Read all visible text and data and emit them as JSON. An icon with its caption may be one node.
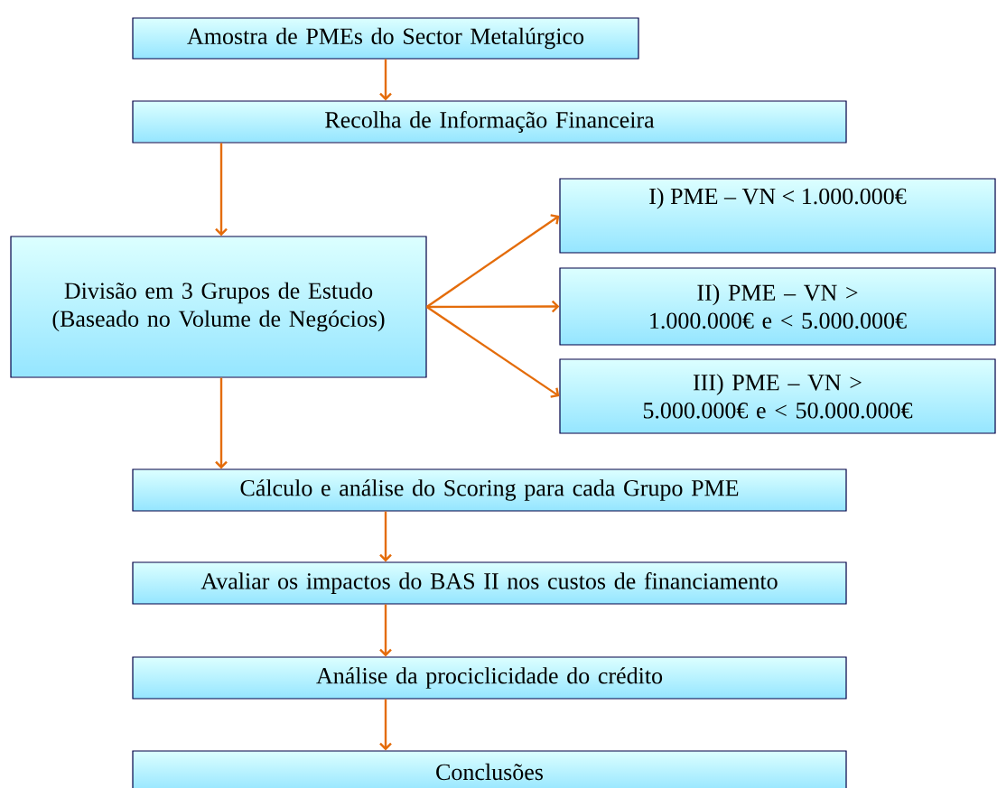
{
  "diagram": {
    "nodes": [
      {
        "text": [
          "Amostra de PMEs do Sector Metalúrgico"
        ]
      },
      {
        "text": [
          "Recolha de Informação Financeira"
        ]
      },
      {
        "text": [
          "Divisão em 3 Grupos de Estudo (Baseado no Volume de Negócios)"
        ]
      },
      {
        "text": [
          "I) PME – VN < 1.000.000€"
        ]
      },
      {
        "text": [
          "II) PME – VN > 1.000.000€ e < 5.000.000€"
        ]
      },
      {
        "text": [
          "III) PME – VN > 5.000.000€ e < 50.000.000€"
        ]
      },
      {
        "text": [
          "Cálculo e análise do Scoring para cada Grupo PME"
        ]
      },
      {
        "text": [
          "Avaliar os impactos do BAS II nos custos de financiamento"
        ]
      },
      {
        "text": [
          "Análise da prociclicidade do crédito"
        ]
      },
      {
        "text": [
          "Conclusões"
        ]
      }
    ],
    "edges": [
      {
        "from": 0,
        "to": 1,
        "arrow": "to"
      },
      {
        "from": 1,
        "to": 2,
        "arrow": "to"
      },
      {
        "from": 2,
        "to": 3,
        "arrow": "to"
      },
      {
        "from": 2,
        "to": 4,
        "arrow": "to"
      },
      {
        "from": 2,
        "to": 5,
        "arrow": "to"
      },
      {
        "from": 2,
        "to": 6,
        "arrow": "to"
      },
      {
        "from": 6,
        "to": 7,
        "arrow": "to"
      },
      {
        "from": 7,
        "to": 8,
        "arrow": "to"
      },
      {
        "from": 8,
        "to": 9,
        "arrow": "to"
      }
    ]
  }
}
